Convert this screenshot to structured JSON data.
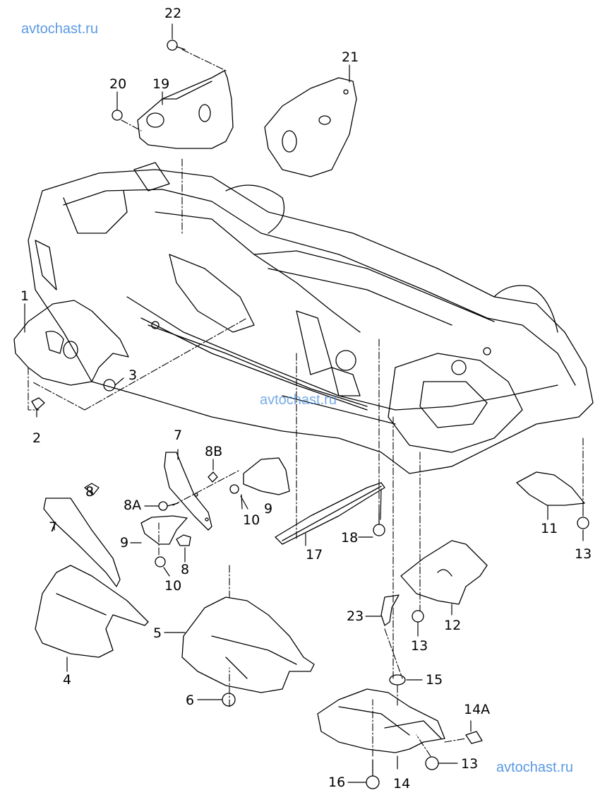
{
  "diagram": {
    "type": "exploded parts diagram",
    "subject": "Underbody heat shields and mounting hardware",
    "watermarks": [
      "avtochast.ru",
      "avtochast.ru",
      "avtochast.ru"
    ],
    "callouts": [
      {
        "id": "c22",
        "text": "22",
        "part": "bolt"
      },
      {
        "id": "c20",
        "text": "20",
        "part": "clip nut"
      },
      {
        "id": "c19",
        "text": "19",
        "part": "heat shield"
      },
      {
        "id": "c21",
        "text": "21",
        "part": "heat shield"
      },
      {
        "id": "c1",
        "text": "1",
        "part": "heat shield front left"
      },
      {
        "id": "c2",
        "text": "2",
        "part": "clip"
      },
      {
        "id": "c3",
        "text": "3",
        "part": "nut"
      },
      {
        "id": "c7a",
        "text": "7",
        "part": "bracket"
      },
      {
        "id": "c8B",
        "text": "8B",
        "part": "clip"
      },
      {
        "id": "c8A",
        "text": "8A",
        "part": "bolt"
      },
      {
        "id": "c8a",
        "text": "8",
        "part": "clip"
      },
      {
        "id": "c7b",
        "text": "7",
        "part": "bracket"
      },
      {
        "id": "c9a",
        "text": "9",
        "part": "heat shield small"
      },
      {
        "id": "c9b",
        "text": "9",
        "part": "heat shield small"
      },
      {
        "id": "c10a",
        "text": "10",
        "part": "clip nut"
      },
      {
        "id": "c10b",
        "text": "10",
        "part": "clip nut"
      },
      {
        "id": "c8b",
        "text": "8",
        "part": "clip"
      },
      {
        "id": "c4",
        "text": "4",
        "part": "heat shield"
      },
      {
        "id": "c5",
        "text": "5",
        "part": "heat shield tunnel"
      },
      {
        "id": "c6",
        "text": "6",
        "part": "nut"
      },
      {
        "id": "c17",
        "text": "17",
        "part": "cross member"
      },
      {
        "id": "c18",
        "text": "18",
        "part": "bolt"
      },
      {
        "id": "c11",
        "text": "11",
        "part": "heat shield rear"
      },
      {
        "id": "c13a",
        "text": "13",
        "part": "nut"
      },
      {
        "id": "c12",
        "text": "12",
        "part": "heat shield"
      },
      {
        "id": "c13b",
        "text": "13",
        "part": "nut"
      },
      {
        "id": "c23",
        "text": "23",
        "part": "bracket"
      },
      {
        "id": "c15",
        "text": "15",
        "part": "washer"
      },
      {
        "id": "c14A",
        "text": "14A",
        "part": "clip"
      },
      {
        "id": "c13c",
        "text": "13",
        "part": "nut"
      },
      {
        "id": "c16",
        "text": "16",
        "part": "bolt"
      },
      {
        "id": "c14",
        "text": "14",
        "part": "heat shield rear"
      }
    ]
  }
}
